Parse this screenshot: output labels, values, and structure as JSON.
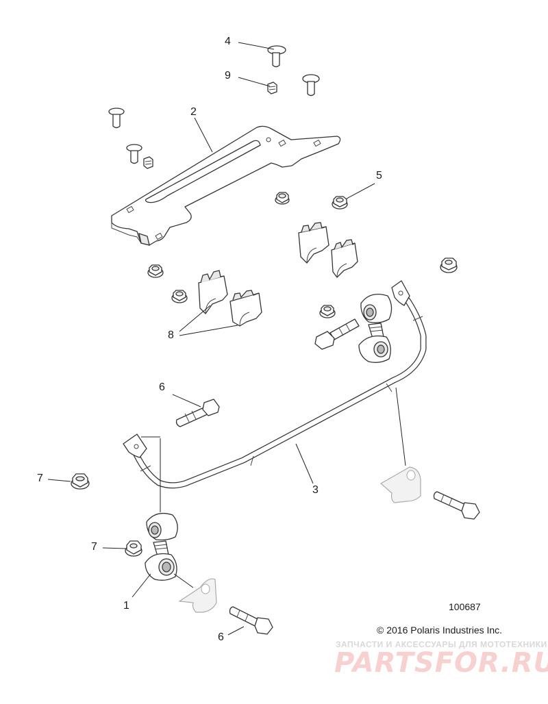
{
  "callouts": {
    "c4": "4",
    "c9": "9",
    "c2": "2",
    "c5": "5",
    "c8": "8",
    "c6a": "6",
    "c3": "3",
    "c7a": "7",
    "c7b": "7",
    "c1": "1",
    "c6b": "6"
  },
  "diagram_id": "100687",
  "copyright": "© 2016 Polaris Industries Inc.",
  "watermark": {
    "tagline": "ЗАПЧАСТИ И АКСЕССУАРЫ ДЛЯ МОТОТЕХНИКИ",
    "logo": "PARTSFOR.RU"
  }
}
